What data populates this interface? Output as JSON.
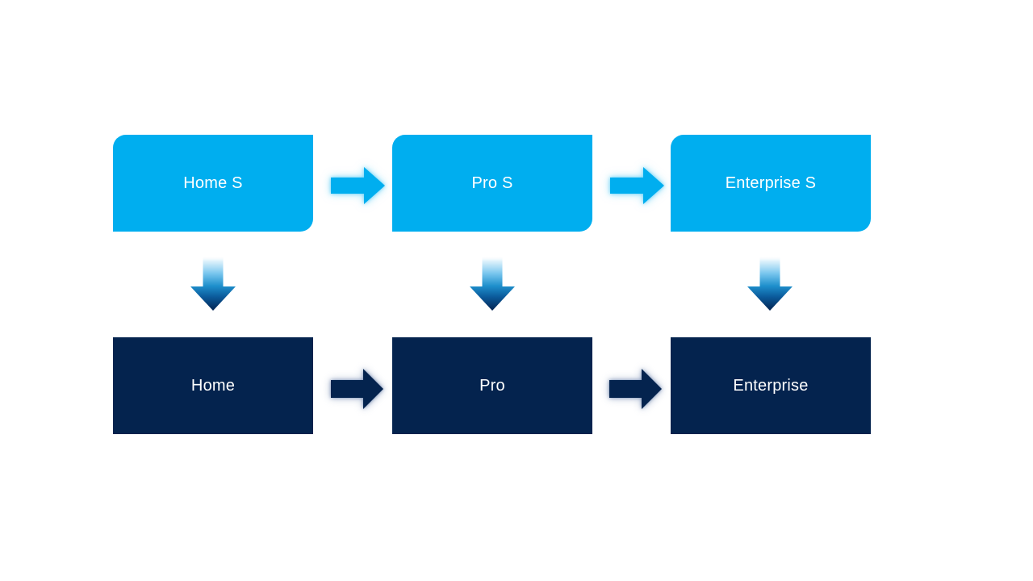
{
  "boxes": {
    "top_row": [
      {
        "label": "Home S"
      },
      {
        "label": "Pro S"
      },
      {
        "label": "Enterprise S"
      }
    ],
    "bottom_row": [
      {
        "label": "Home"
      },
      {
        "label": "Pro"
      },
      {
        "label": "Enterprise"
      }
    ]
  },
  "arrows": {
    "horizontal_top": [
      {
        "from": "Home S",
        "to": "Pro S",
        "icon": "right-arrow"
      },
      {
        "from": "Pro S",
        "to": "Enterprise S",
        "icon": "right-arrow"
      }
    ],
    "horizontal_bottom": [
      {
        "from": "Home",
        "to": "Pro",
        "icon": "right-arrow"
      },
      {
        "from": "Pro",
        "to": "Enterprise",
        "icon": "right-arrow"
      }
    ],
    "vertical": [
      {
        "from": "Home S",
        "to": "Home",
        "icon": "down-arrow"
      },
      {
        "from": "Pro S",
        "to": "Pro",
        "icon": "down-arrow"
      },
      {
        "from": "Enterprise S",
        "to": "Enterprise",
        "icon": "down-arrow"
      }
    ]
  },
  "colors": {
    "top_box_fill": "#00AEEF",
    "bottom_box_fill": "#04234E",
    "label_text": "#FFFFFF",
    "background": "#FFFFFF",
    "top_arrow_glow": "#66D1F7",
    "bottom_arrow_glow": "#647CA8",
    "down_arrow_gradient_top": "#FFFFFF",
    "down_arrow_gradient_mid": "#1E8FCC",
    "down_arrow_gradient_bottom": "#042350"
  }
}
